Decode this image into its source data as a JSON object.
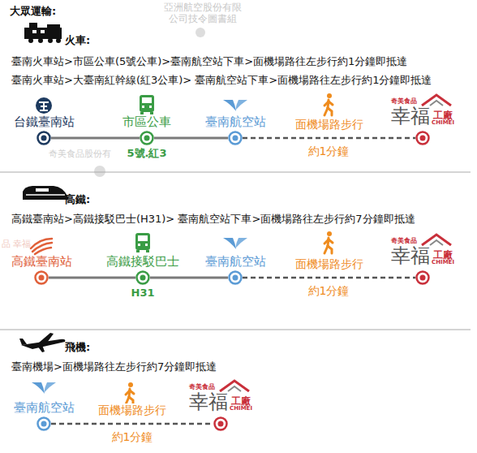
{
  "diagram": {
    "title": "大眾運輸:",
    "nodes": [
      {
        "text": [
          "台鐵臺南站"
        ]
      },
      {
        "text": [
          "市區公車",
          "5號.紅3"
        ]
      },
      {
        "text": [
          "臺南航空站"
        ]
      },
      {
        "text": [
          "奇美食品",
          "幸福",
          "工廠",
          "CHIMEI"
        ]
      },
      {
        "text": [
          "高鐵臺南站"
        ]
      },
      {
        "text": [
          "高鐵接駁巴士",
          "H31"
        ]
      },
      {
        "text": [
          "臺南航空站"
        ]
      },
      {
        "text": [
          "奇美食品",
          "幸福",
          "工廠",
          "CHIMEI"
        ]
      },
      {
        "text": [
          "臺南航空站"
        ]
      },
      {
        "text": [
          "奇美食品",
          "幸福",
          "工廠",
          "CHIMEI"
        ]
      }
    ],
    "edges": [
      {
        "from": 0,
        "to": 1,
        "arrow": "none"
      },
      {
        "from": 1,
        "to": 2,
        "arrow": "none"
      },
      {
        "from": 2,
        "to": 3,
        "arrow": "none",
        "label": "面機場路步行"
      },
      {
        "from": 4,
        "to": 5,
        "arrow": "none"
      },
      {
        "from": 5,
        "to": 6,
        "arrow": "none"
      },
      {
        "from": 6,
        "to": 7,
        "arrow": "none",
        "label": "面機場路步行"
      },
      {
        "from": 8,
        "to": 9,
        "arrow": "none",
        "label": "面機場路步行"
      }
    ],
    "labels": [
      "亞洲航空股份有限 公司技令圖書組",
      "火車:",
      "臺南火車站>市區公車(5號公車)>臺南航空站下車>面機場路往左步行約1分鐘即抵達",
      "臺南火車站>大臺南紅幹線(紅3公車)> 臺南航空站下車>面機場路往左步行約1分鐘即抵達",
      "約1分鐘",
      "奇美食品股份有",
      "高鐵:",
      "高鐵臺南站>高鐵接駁巴士(H31)> 臺南航空站下車>面機場路往左步行約7分鐘即抵達",
      "品 幸福",
      "約1分鐘",
      "飛機:",
      "臺南機場>面機場路往左步行約7分鐘即抵達",
      "約1分鐘"
    ]
  }
}
